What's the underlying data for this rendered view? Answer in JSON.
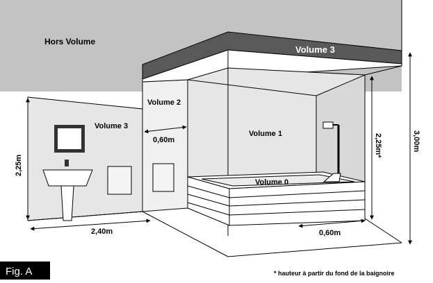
{
  "labels": {
    "hors_volume": "Hors Volume",
    "volume_3_top": "Volume 3",
    "volume_2": "Volume 2",
    "volume_3_left": "Volume 3",
    "volume_1": "Volume 1",
    "volume_0": "Volume 0"
  },
  "dimensions": {
    "wall_height_left": "2,25m",
    "length_left": "2,40m",
    "gap_060_top": "0,60m",
    "gap_060_bottom": "0,60m",
    "height_225_star": "2,25m*",
    "height_300": "3,00m"
  },
  "figure_tag": "Fig. A",
  "footnote": "* hauteur à partir du fond de la baignoire",
  "colors": {
    "wall_gray": "#c3c3c3",
    "wall_light": "#e6e6e6",
    "ceiling_dark": "#595959",
    "line": "#000000",
    "tag_bg": "#000000"
  }
}
